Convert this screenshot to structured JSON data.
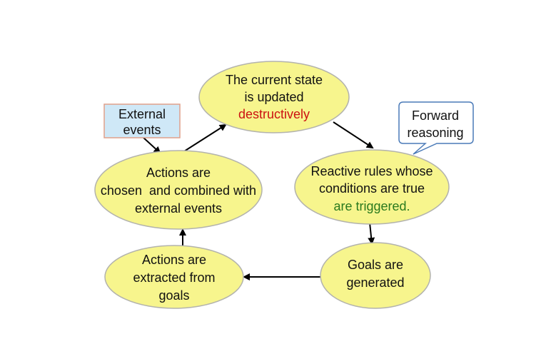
{
  "nodes": {
    "current_state": {
      "line1": "The current state",
      "line2": "is updated",
      "line3": "destructively"
    },
    "reactive_rules": {
      "line1": "Reactive rules whose",
      "line2": "conditions are true",
      "line3": "are triggered."
    },
    "goals_generated": {
      "line1": "Goals are",
      "line2": "generated"
    },
    "actions_extracted": {
      "line1": "Actions are",
      "line2": "extracted from",
      "line3": "goals"
    },
    "actions_chosen": {
      "line1": "Actions are",
      "line2": "chosen  and combined with",
      "line3": "external events"
    }
  },
  "labels": {
    "external_events": {
      "line1": "External",
      "line2": "events"
    },
    "forward_reasoning": {
      "line1": "Forward",
      "line2": "reasoning"
    }
  },
  "colors": {
    "ellipse_fill": "#f7f58d",
    "highlight_red": "#cc1111",
    "highlight_green": "#2a7a1e",
    "external_box_fill": "#cfe8f7",
    "external_box_border": "#e0a08a",
    "callout_border": "#4a7ab8"
  }
}
